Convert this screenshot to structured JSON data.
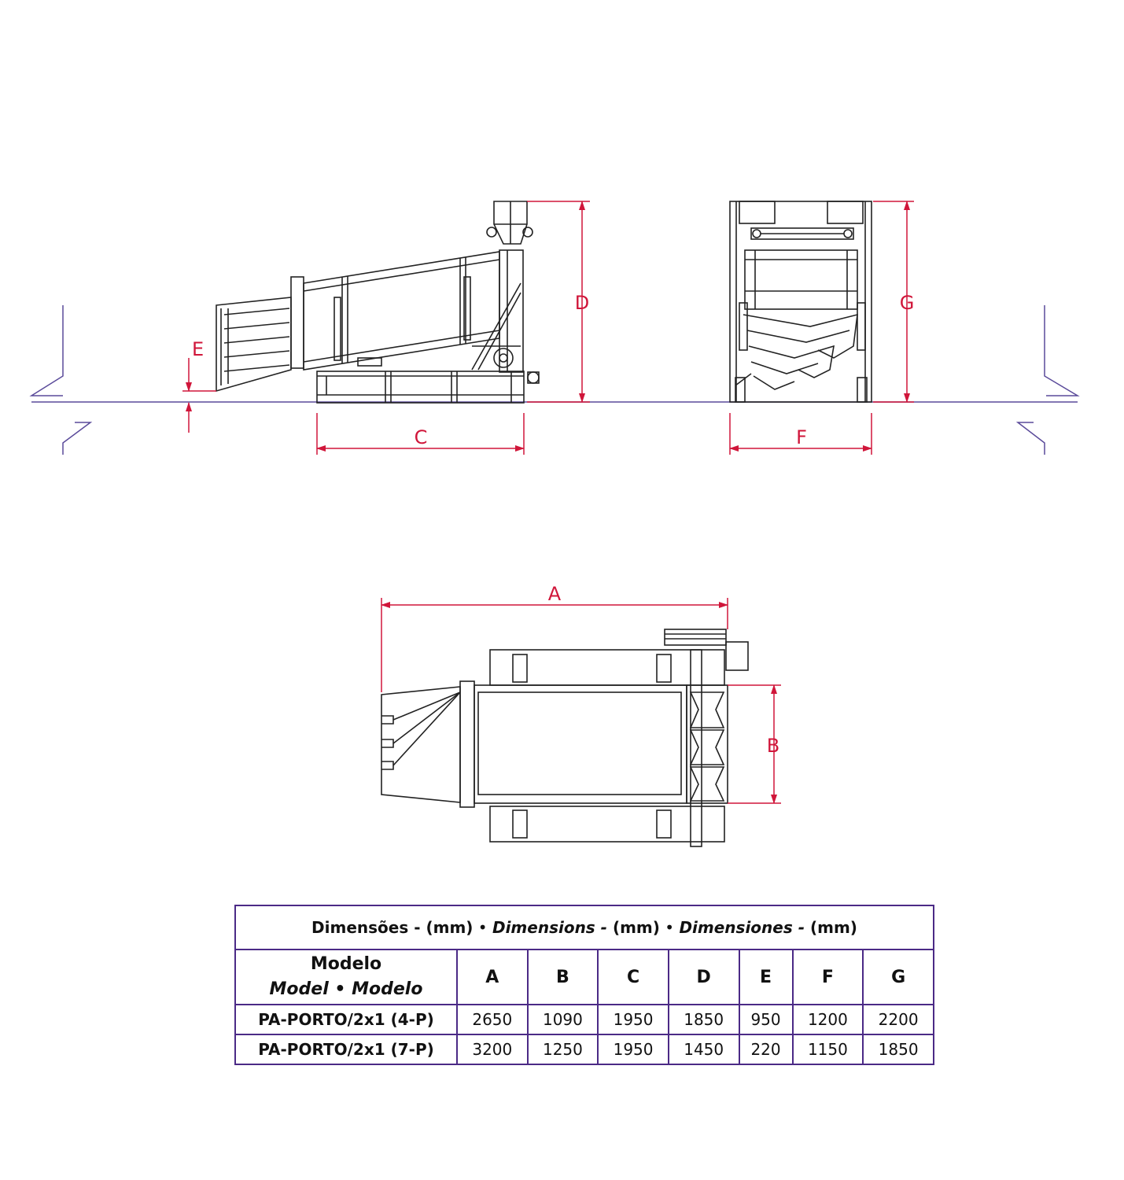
{
  "dimension_labels": {
    "A": "A",
    "B": "B",
    "C": "C",
    "D": "D",
    "E": "E",
    "F": "F",
    "G": "G"
  },
  "colors": {
    "dimension": "#d0163a",
    "ground": "#5a4a9a",
    "table_border": "#4b2a86",
    "model_text": "#4b1a8a"
  },
  "table": {
    "title_pt": "Dimensões - (mm)",
    "sep1": " • ",
    "title_en": "Dimensions -",
    "unit_en": " (mm)",
    "sep2": " • ",
    "title_es": "Dimensiones -",
    "unit_es": " (mm)",
    "model_header_line1": "Modelo",
    "model_header_line2": "Model • Modelo",
    "columns": [
      "A",
      "B",
      "C",
      "D",
      "E",
      "F",
      "G"
    ],
    "rows": [
      {
        "model": "PA-PORTO/2x1 (4-P)",
        "values": [
          "2650",
          "1090",
          "1950",
          "1850",
          "950",
          "1200",
          "2200"
        ]
      },
      {
        "model": "PA-PORTO/2x1 (7-P)",
        "values": [
          "3200",
          "1250",
          "1950",
          "1450",
          "220",
          "1150",
          "1850"
        ]
      }
    ]
  }
}
